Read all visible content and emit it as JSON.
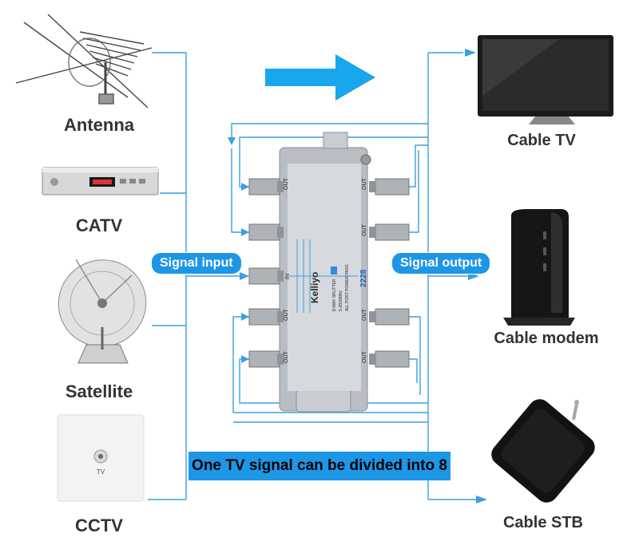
{
  "inputs": [
    {
      "label": "Antenna",
      "icon": "antenna-icon"
    },
    {
      "label": "CATV",
      "icon": "catv-receiver-icon"
    },
    {
      "label": "Satellite",
      "icon": "satellite-dish-icon"
    },
    {
      "label": "CCTV",
      "icon": "wall-outlet-icon",
      "plate_text": "TV"
    }
  ],
  "outputs": [
    {
      "label": "Cable TV",
      "icon": "tv-icon"
    },
    {
      "label": "Cable modem",
      "icon": "modem-icon"
    },
    {
      "label": "Cable STB",
      "icon": "set-top-box-icon"
    }
  ],
  "signal_input_label": "Signal input",
  "signal_output_label": "Signal output",
  "banner_text": "One TV signal can be divided into 8",
  "splitter": {
    "brand": "Kelliyo",
    "model": "2228",
    "port_out_label": "OUT",
    "port_in_label": "IN",
    "spec_lines": [
      "8-WAY SPLITTER",
      "5-2500MHz",
      "ALL PORT POWER PASS"
    ]
  },
  "colors": {
    "accent": "#1e96e6",
    "line": "#3aa0e0",
    "label_text": "#333333",
    "splitter_body": "#c9cdd2"
  }
}
